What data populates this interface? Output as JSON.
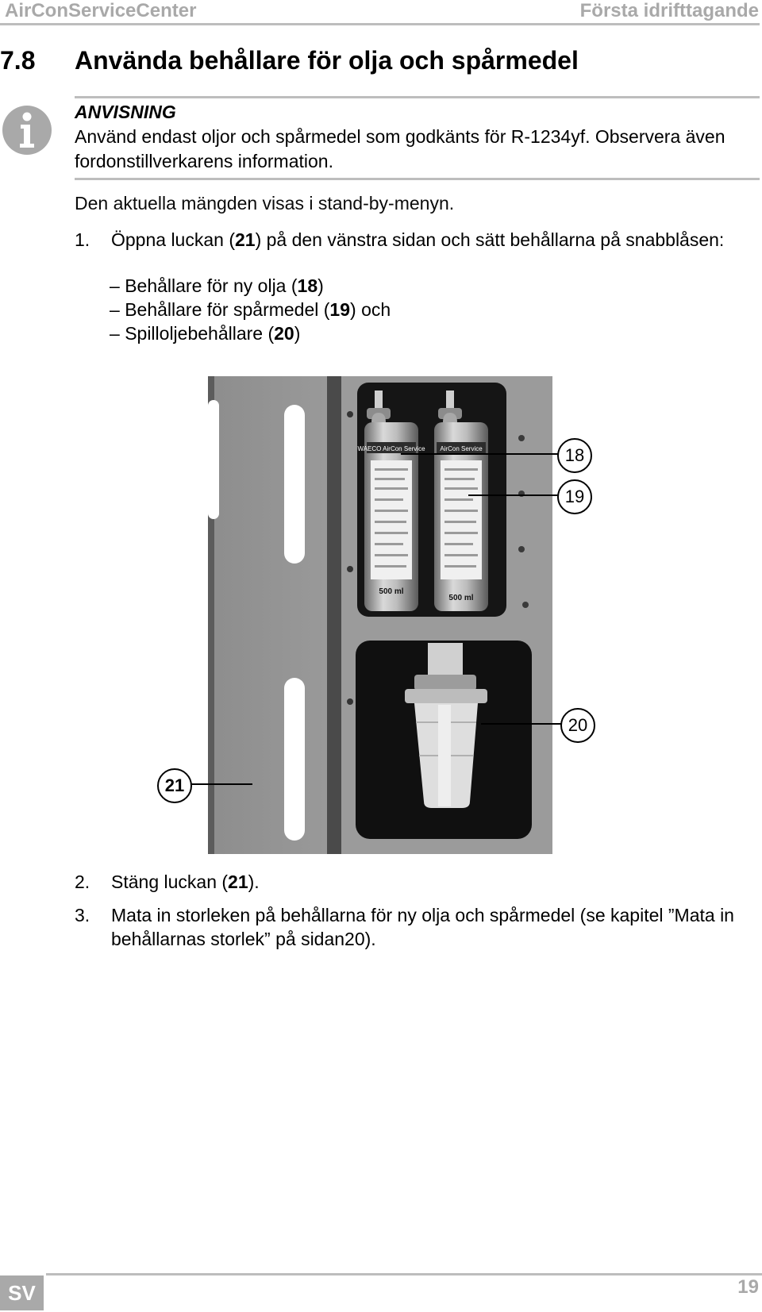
{
  "header": {
    "left": "AirConServiceCenter",
    "right": "Första idrifttagande"
  },
  "section": {
    "number": "7.8",
    "title": "Använda behållare för olja och spårmedel"
  },
  "note": {
    "icon": "info-icon",
    "label": "ANVISNING",
    "text": "Använd endast oljor och spårmedel som godkänts för R-1234yf. Observera även fordonstillverkarens information."
  },
  "intro": "Den aktuella mängden visas i stand-by-menyn.",
  "step1": {
    "num": "1.",
    "pre": "Öppna luckan (",
    "ref": "21",
    "post": ") på den vänstra sidan och sätt behållarna på snabb­låsen:",
    "items": [
      {
        "dash": "–",
        "pre": "Behållare för ny olja (",
        "ref": "18",
        "post": ")"
      },
      {
        "dash": "–",
        "pre": "Behållare för spårmedel (",
        "ref": "19",
        "post": ") och"
      },
      {
        "dash": "–",
        "pre": "Spilloljebehållare (",
        "ref": "20",
        "post": ")"
      }
    ]
  },
  "figure": {
    "callouts": [
      "18",
      "19",
      "20",
      "21"
    ],
    "can_left": {
      "brand": "WAECO AirCon Service",
      "volume": "500 ml"
    },
    "can_right": {
      "brand": "AirCon Service",
      "volume": "500 ml"
    }
  },
  "step2": {
    "num": "2.",
    "pre": "Stäng luckan (",
    "ref": "21",
    "post": ")."
  },
  "step3": {
    "num": "3.",
    "text": "Mata in storleken på behållarna för ny olja och spårmedel (se kapitel ”Mata in behållarnas storlek” på sidan20)."
  },
  "footer": {
    "lang": "SV",
    "page": "19"
  }
}
